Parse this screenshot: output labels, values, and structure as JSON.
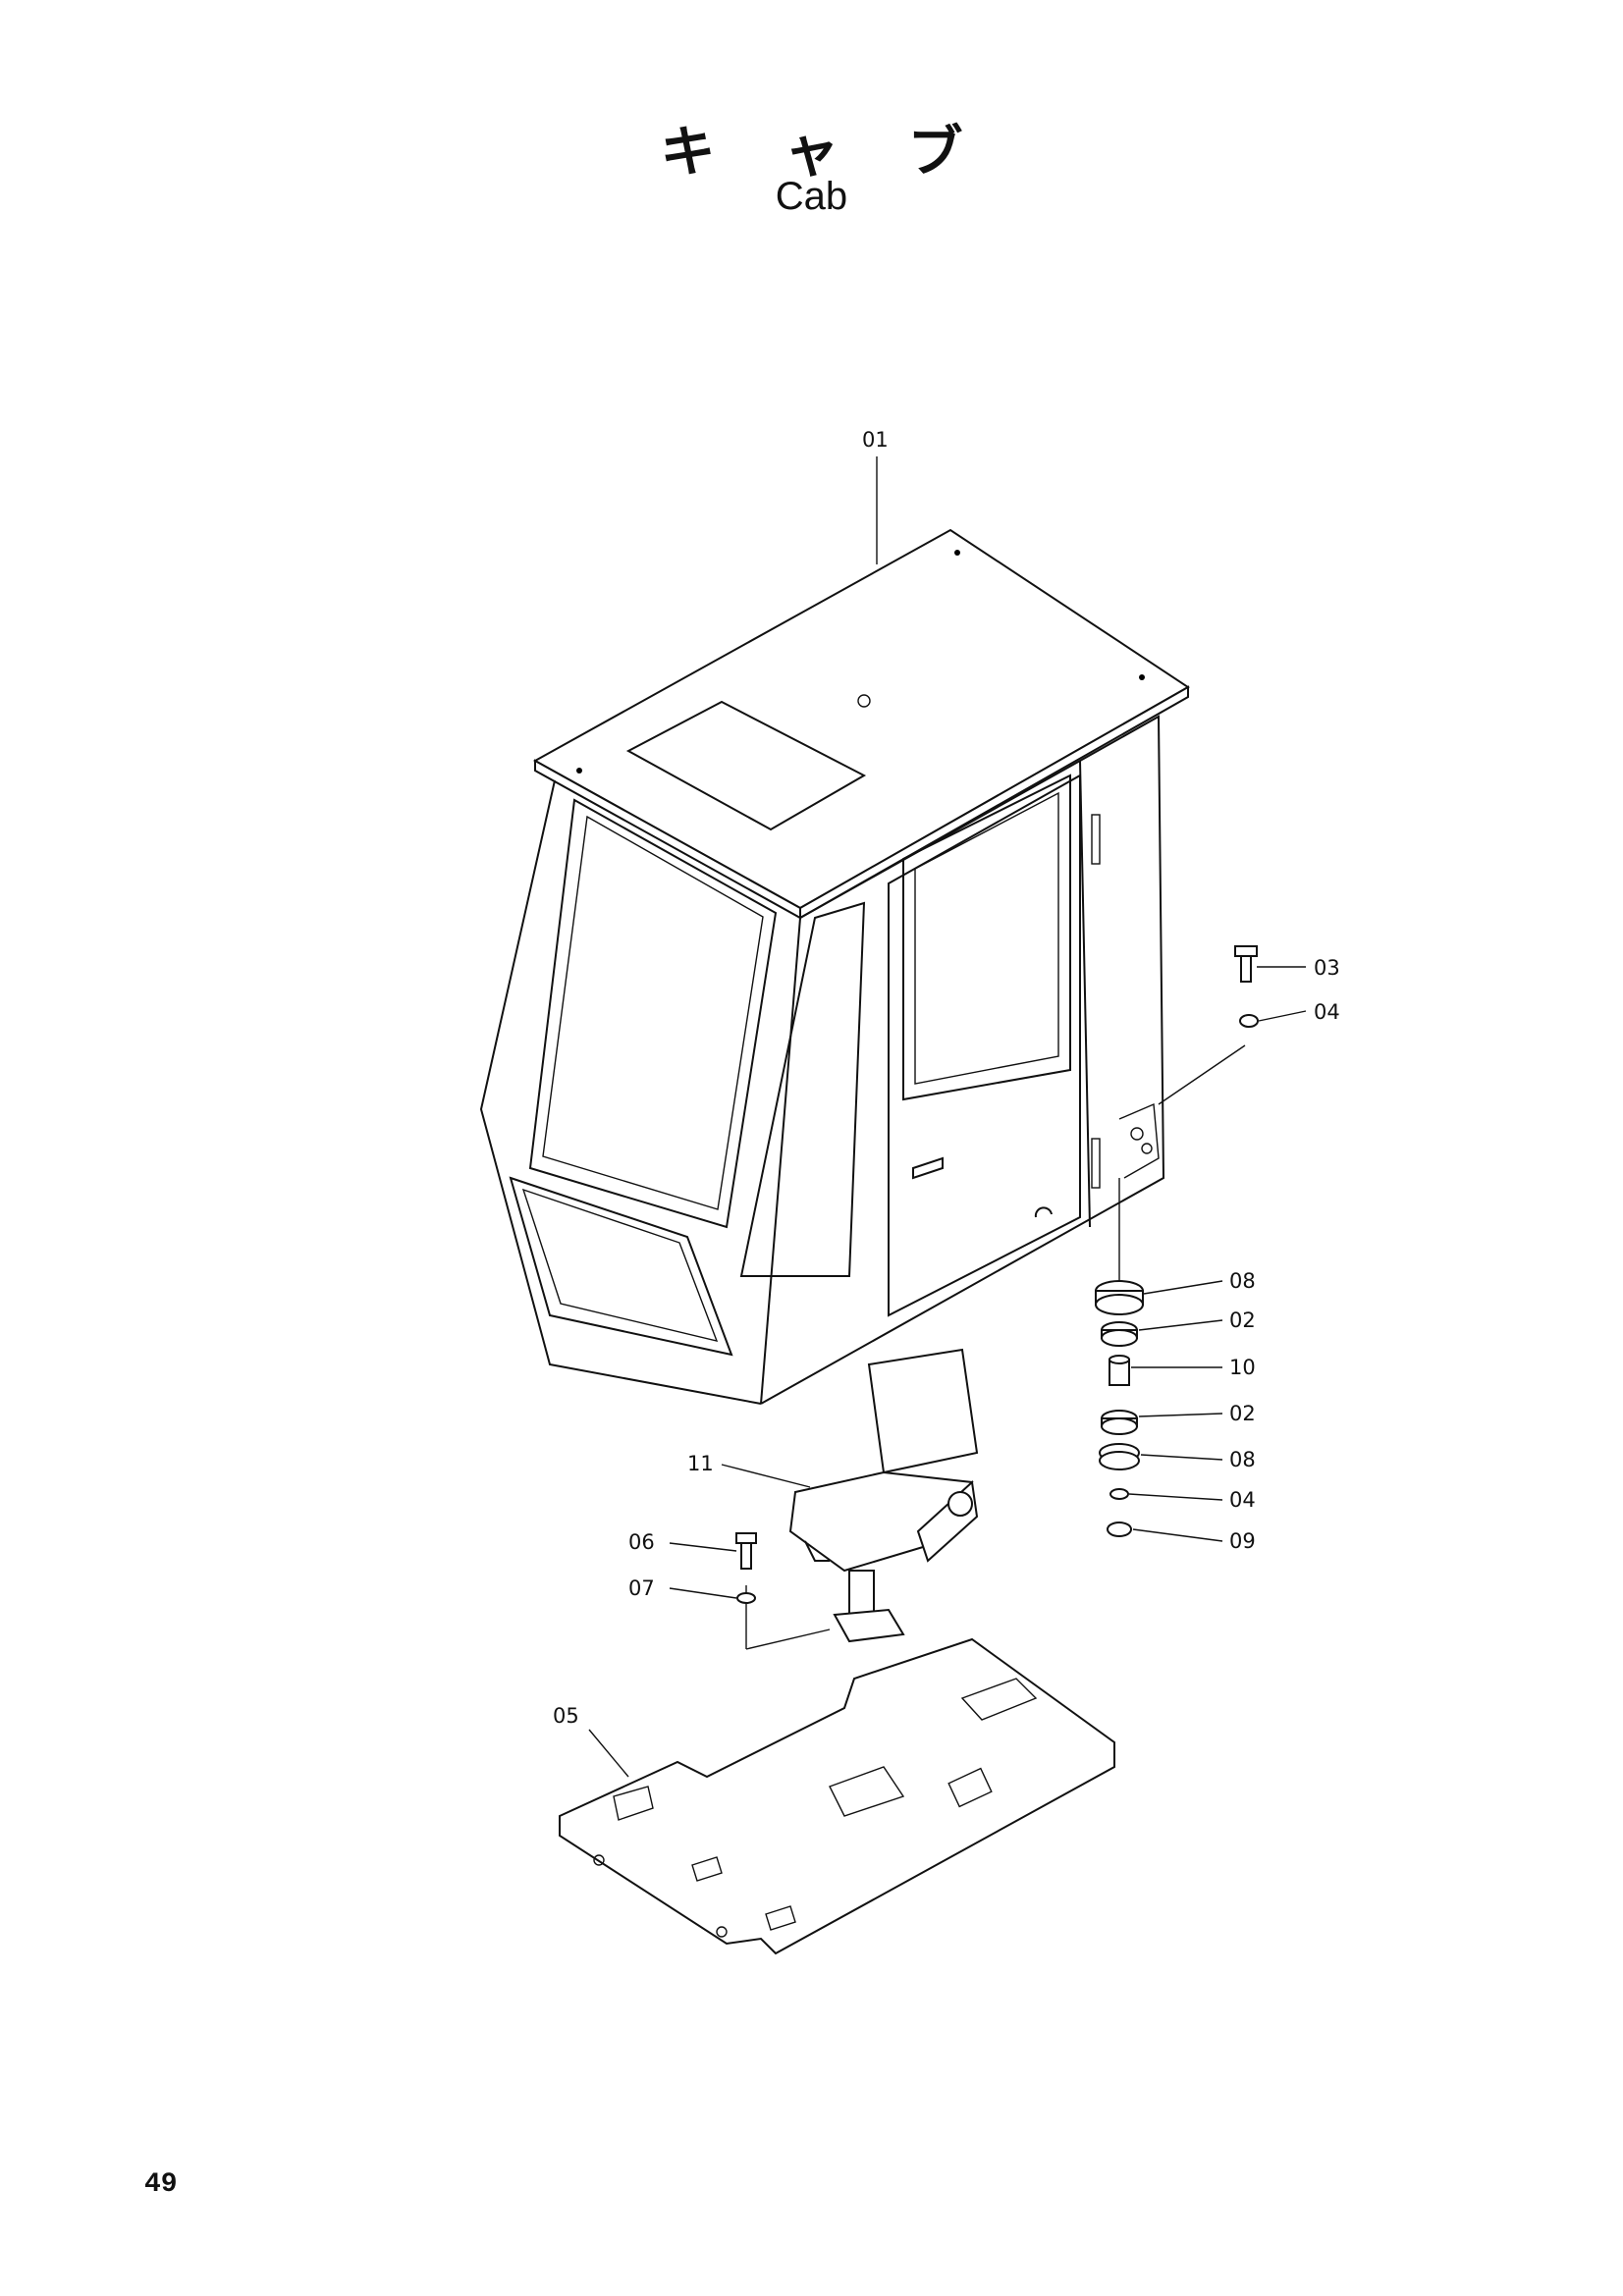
{
  "header": {
    "title_jp": "キャブ",
    "title_en": "Cab"
  },
  "footer": {
    "page_number": "49"
  },
  "callouts": [
    "01",
    "03",
    "04",
    "08",
    "02",
    "10",
    "02",
    "08",
    "04",
    "09",
    "11",
    "06",
    "07",
    "05"
  ]
}
